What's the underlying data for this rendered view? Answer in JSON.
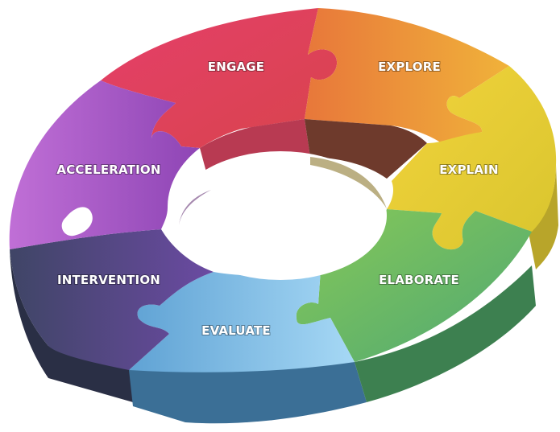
{
  "diagram": {
    "type": "puzzle-cycle",
    "segments": [
      {
        "key": "engage",
        "label": "ENGAGE",
        "color": "#d9415a"
      },
      {
        "key": "explore",
        "label": "EXPLORE",
        "color": "#e9843a"
      },
      {
        "key": "explain",
        "label": "EXPLAIN",
        "color": "#e9c73b"
      },
      {
        "key": "elaborate",
        "label": "ELABORATE",
        "color": "#5fb05f"
      },
      {
        "key": "evaluate",
        "label": "EVALUATE",
        "color": "#6fb3e0"
      },
      {
        "key": "intervention",
        "label": "INTERVENTION",
        "color": "#4d4670"
      },
      {
        "key": "acceleration",
        "label": "ACCELERATION",
        "color": "#a750b8"
      }
    ]
  }
}
